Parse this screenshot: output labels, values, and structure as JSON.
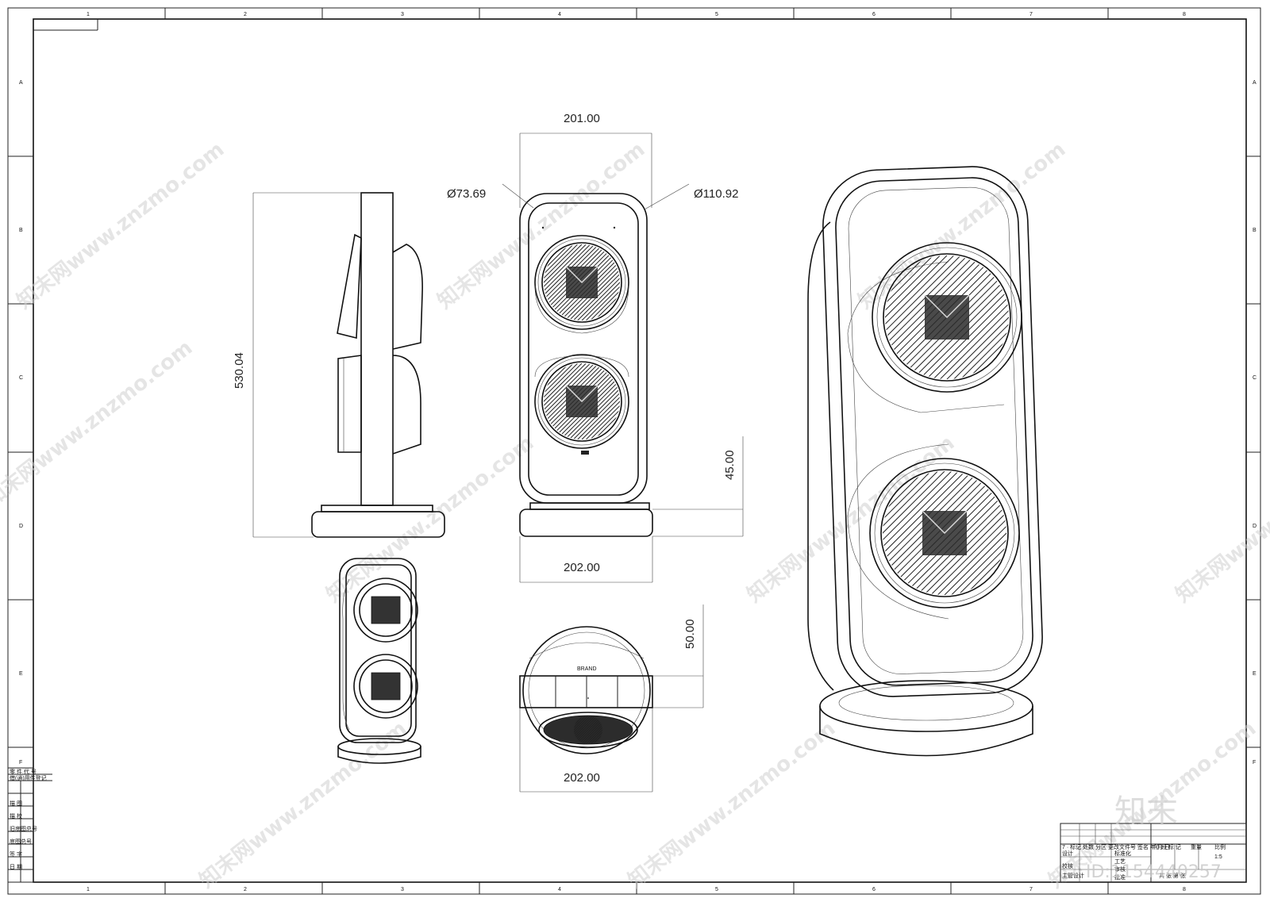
{
  "grid": {
    "columns": [
      "1",
      "2",
      "3",
      "4",
      "5",
      "6",
      "7",
      "8"
    ],
    "rows": [
      "A",
      "B",
      "C",
      "D",
      "E",
      "F"
    ]
  },
  "dimensions": {
    "top_width": "201.00",
    "left_diameter": "Ø73.69",
    "right_diameter": "Ø110.92",
    "height": "530.04",
    "base_height": "45.00",
    "base_width": "202.00",
    "top_view_depth": "50.00",
    "top_view_width": "202.00"
  },
  "top_view_brand": "BRAND",
  "left_table_rows": [
    "零 件 代 号",
    "借(通)用件登记",
    "",
    "描 图",
    "描 校",
    "旧底图总号",
    "底图总号",
    "签 字",
    "日 期"
  ],
  "title_block": {
    "header": "7 · 标记  处数  分区  更改文件号  签名  年 月 日",
    "stage_cols": [
      "阶 段 标 记",
      "重量",
      "比例"
    ],
    "scale": "1:5",
    "rows": [
      "设计",
      "校核",
      "主管设计"
    ],
    "mid": [
      "标准化",
      "工艺",
      "审核",
      "批准"
    ],
    "footer": "共   张   第   张"
  },
  "watermarks": {
    "site": "知末网www.znzmo.com",
    "brand": "知末",
    "id": "ID:1154440257"
  }
}
